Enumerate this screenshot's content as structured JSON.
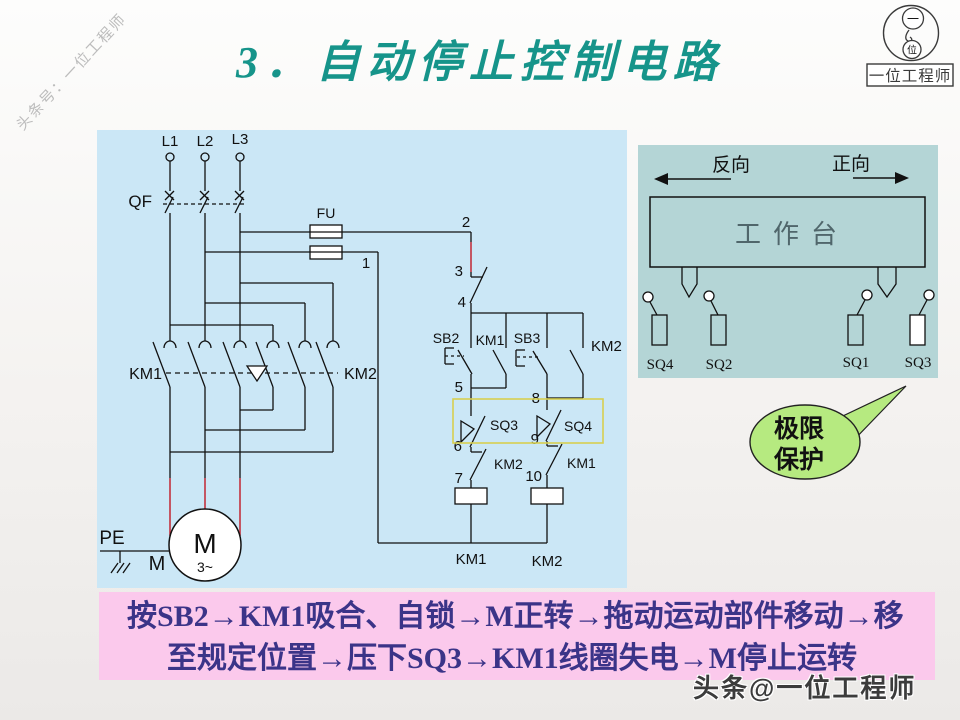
{
  "title": {
    "text": "3．自动停止控制电路"
  },
  "watermarks": {
    "top_left": "头条号：一位工程师",
    "bottom_right": "头条@一位工程师"
  },
  "logo": {
    "top_char": "一",
    "bottom_char": "位",
    "label": "一位工程师"
  },
  "circuit": {
    "phases": [
      "L1",
      "L2",
      "L3"
    ],
    "breaker": "QF",
    "fuse": "FU",
    "nodes": [
      "1",
      "2",
      "3",
      "4",
      "5",
      "6",
      "7",
      "8",
      "9",
      "10"
    ],
    "km1_main": "KM1",
    "km2_main": "KM2",
    "sb2": "SB2",
    "km1_aux": "KM1",
    "sb3": "SB3",
    "km2_aux": "KM2",
    "sq3": "SQ3",
    "sq4": "SQ4",
    "km2_interlock": "KM2",
    "km1_interlock": "KM1",
    "km1_coil": "KM1",
    "km2_coil": "KM2",
    "motor_letter": "M",
    "motor_phase": "3~",
    "pe": "PE",
    "motor_tag": "M"
  },
  "worktable": {
    "reverse": "反向",
    "forward": "正向",
    "table": "工作台",
    "switches": [
      "SQ4",
      "SQ2",
      "SQ1",
      "SQ3"
    ]
  },
  "callout": {
    "line1": "极限",
    "line2": "保护"
  },
  "summary": {
    "line1": "按SB2→KM1吸合、自锁→M正转→拖动运动部件移动→移",
    "line2": "至规定位置→压下SQ3→KM1线圈失电→M停止运转"
  },
  "colors": {
    "title_teal": "#16948a",
    "panel_blue": "#cbe7f6",
    "panel_teal": "#b4d5d6",
    "bubble_green": "#b6ea80",
    "summary_pink": "#fbc9ec",
    "summary_text": "#3b3488",
    "wire_red": "#c3333f",
    "highlight_yellow": "#d8d050"
  }
}
